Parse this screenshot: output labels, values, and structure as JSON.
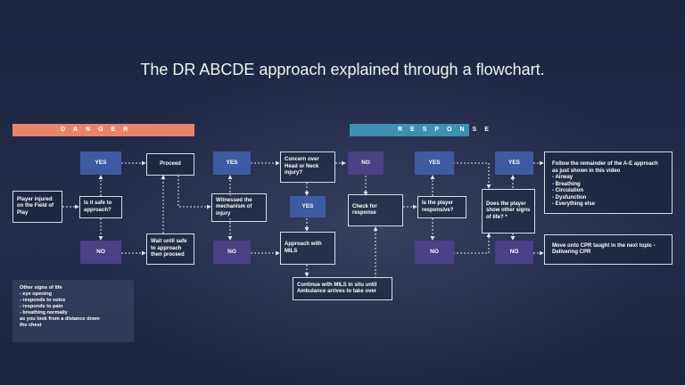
{
  "title": "The DR ABCDE approach explained through a flowchart.",
  "colors": {
    "danger": "#e9846a",
    "response": "#3f8fb0",
    "yes": "#3e5aa0",
    "no": "#4b3f85"
  },
  "banners": {
    "danger": "DANGER",
    "response": "RESPONSE"
  },
  "nodes": {
    "player_injured": "Player injured on the Field of Play",
    "safe_q": "Is it safe to approach?",
    "yes1": "YES",
    "proceed": "Proceed",
    "no1": "NO",
    "wait": "Wait until safe to approach then proceed",
    "yes2": "YES",
    "witnessed": "Witnessed the mechanism of injury",
    "no2": "NO",
    "concern": "Concern over Head or Neck injury?",
    "yes3": "YES",
    "approach_mils": "Approach with MILS",
    "continue_mils": "Continue with MILS in situ until Ambulance arrives to take over",
    "no3": "NO",
    "check_response": "Check for response",
    "yes4": "YES",
    "responsive_q": "Is the player responsive?",
    "no4": "NO",
    "signs_q": "Does the player show other signs of life? *",
    "yes5": "YES",
    "no5": "NO",
    "remainder_title": "Follow the remainder of the A-E approach as just shown in this video",
    "remainder_items": [
      "- Airway",
      "- Breathing",
      "- Circulation",
      "- Dysfunction",
      "- Everything else"
    ],
    "cpr": "Move onto CPR taught in the next topic - Delivering CPR"
  },
  "signs_info": {
    "heading": "Other signs of life",
    "items": [
      "- eye opening",
      "- responds to voice",
      "- responds to pain",
      "- breathing normally",
      "as you look from a distance down",
      "the chest"
    ]
  }
}
